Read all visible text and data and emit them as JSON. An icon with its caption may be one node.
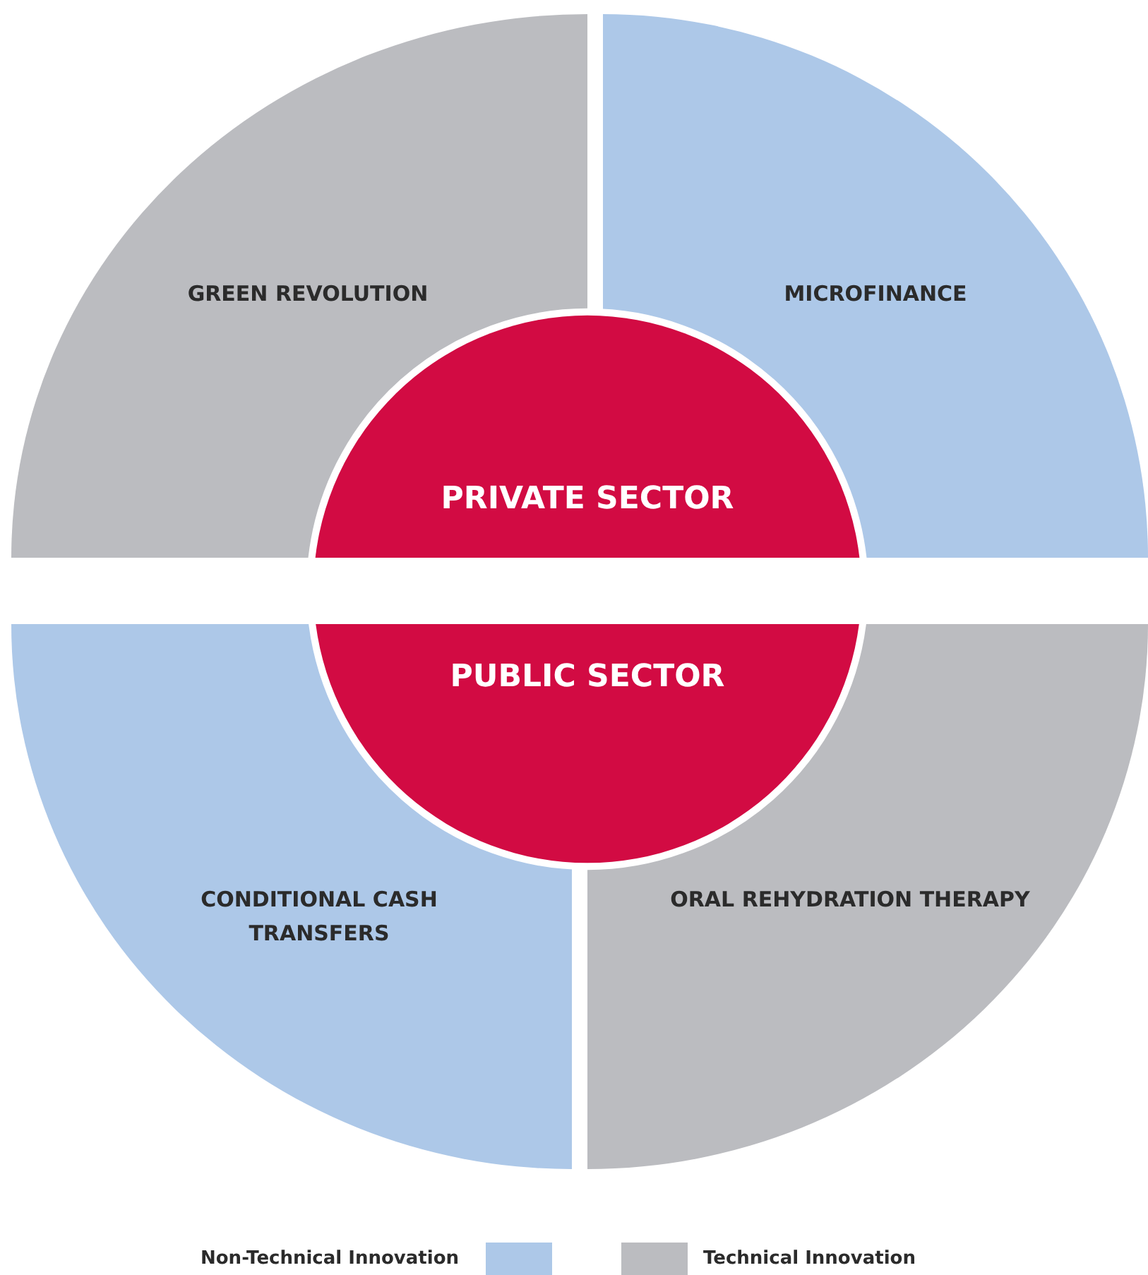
{
  "diagram": {
    "nodes": [
      {
        "text": [
          "GREEN REVOLUTION"
        ]
      },
      {
        "text": [
          "MICROFINANCE"
        ]
      },
      {
        "text": [
          "PRIVATE SECTOR"
        ]
      },
      {
        "text": [
          "PUBLIC SECTOR"
        ]
      },
      {
        "text": [
          "CONDITIONAL CASH TRANSFERS"
        ]
      },
      {
        "text": [
          "ORAL REHYDRATION THERAPY"
        ]
      }
    ],
    "legend": [
      {
        "text": "Non-Technical Innovation",
        "color": "#adc8e8"
      },
      {
        "text": "Technical Innovation",
        "color": "#bbbcc0"
      }
    ]
  }
}
